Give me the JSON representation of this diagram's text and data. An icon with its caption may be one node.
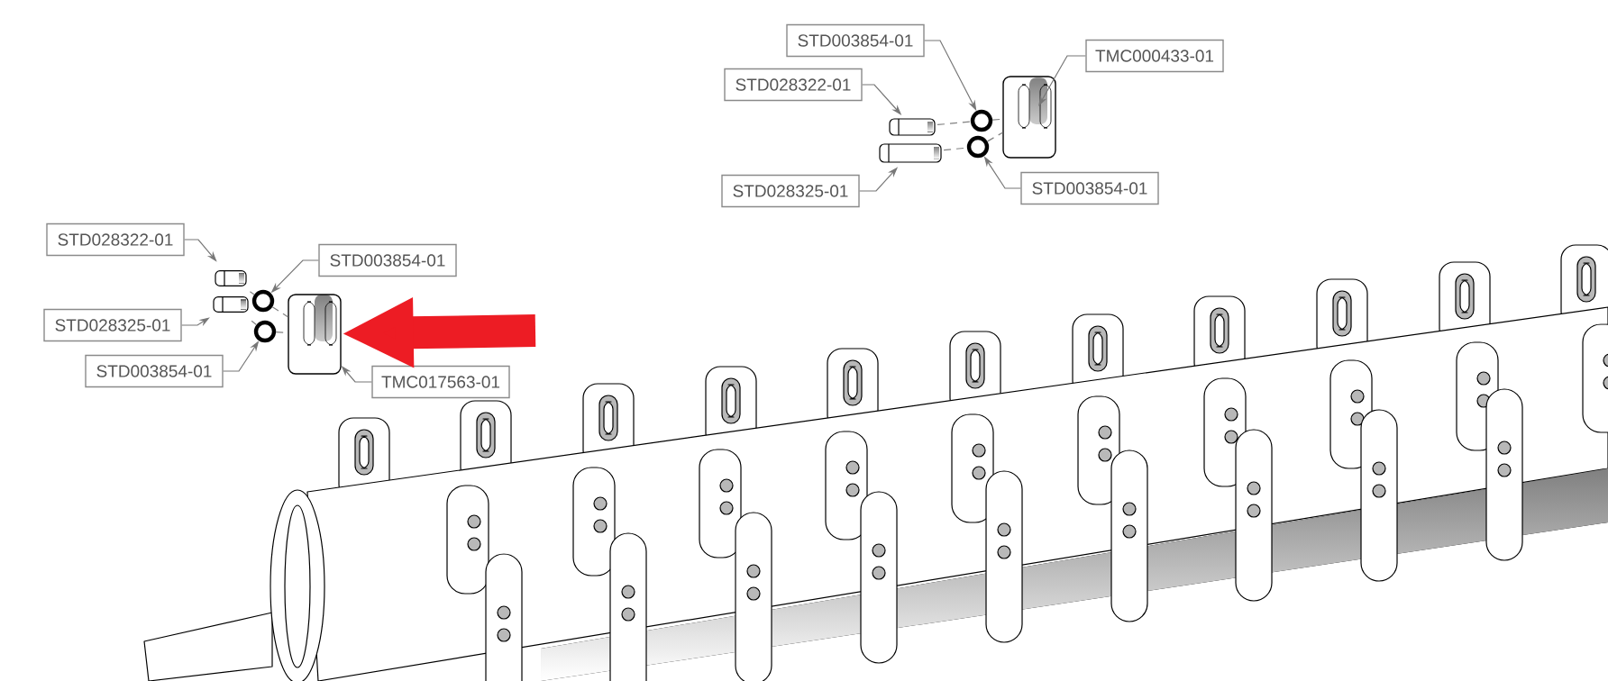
{
  "diagram": {
    "nodes": [
      {
        "text": [
          "STD003854-01"
        ]
      },
      {
        "text": [
          "TMC000433-01"
        ]
      },
      {
        "text": [
          "STD028322-01"
        ]
      },
      {
        "text": [
          "STD028325-01"
        ]
      },
      {
        "text": [
          "STD003854-01"
        ]
      },
      {
        "text": [
          "STD028322-01"
        ]
      },
      {
        "text": [
          "STD003854-01"
        ]
      },
      {
        "text": [
          "STD028325-01"
        ]
      },
      {
        "text": [
          "STD003854-01"
        ]
      },
      {
        "text": [
          "TMC017563-01"
        ]
      },
      {
        "text": [],
        "shape": "circle"
      },
      {
        "text": [],
        "shape": "picture"
      },
      {
        "text": [],
        "shape": "picture"
      },
      {
        "text": [],
        "shape": "picture"
      },
      {
        "text": [],
        "shape": "circle"
      },
      {
        "text": [],
        "shape": "picture"
      },
      {
        "text": [],
        "shape": "circle"
      },
      {
        "text": [],
        "shape": "picture"
      },
      {
        "text": [],
        "shape": "circle"
      },
      {
        "text": [],
        "shape": "picture"
      }
    ],
    "edges": [
      {
        "from": 0,
        "to": 10,
        "arrow": "to"
      },
      {
        "from": 1,
        "to": 11,
        "arrow": "to"
      },
      {
        "from": 2,
        "to": 12,
        "arrow": "to"
      },
      {
        "from": 3,
        "to": 13,
        "arrow": "to"
      },
      {
        "from": 4,
        "to": 14,
        "arrow": "to"
      },
      {
        "from": 5,
        "to": 15,
        "arrow": "to"
      },
      {
        "from": 6,
        "to": 16,
        "arrow": "to"
      },
      {
        "from": 7,
        "to": 17,
        "arrow": "to"
      },
      {
        "from": 8,
        "to": 18,
        "arrow": "to"
      },
      {
        "from": 9,
        "to": 19,
        "arrow": "to"
      },
      {
        "from": 12,
        "to": 10,
        "arrow": "none",
        "style": "dashed"
      },
      {
        "from": 10,
        "to": 11,
        "arrow": "none",
        "style": "dashed"
      },
      {
        "from": 13,
        "to": 14,
        "arrow": "none",
        "style": "dashed"
      },
      {
        "from": 14,
        "to": 11,
        "arrow": "none",
        "style": "dashed"
      },
      {
        "from": 15,
        "to": 16,
        "arrow": "none",
        "style": "dashed"
      },
      {
        "from": 16,
        "to": 19,
        "arrow": "none",
        "style": "dashed"
      },
      {
        "from": 17,
        "to": 18,
        "arrow": "none",
        "style": "dashed"
      },
      {
        "from": 18,
        "to": 19,
        "arrow": "none",
        "style": "dashed"
      },
      {
        "from": null,
        "to": 19,
        "arrow": "to",
        "style": "thick",
        "color": "#ed1c24"
      }
    ]
  }
}
